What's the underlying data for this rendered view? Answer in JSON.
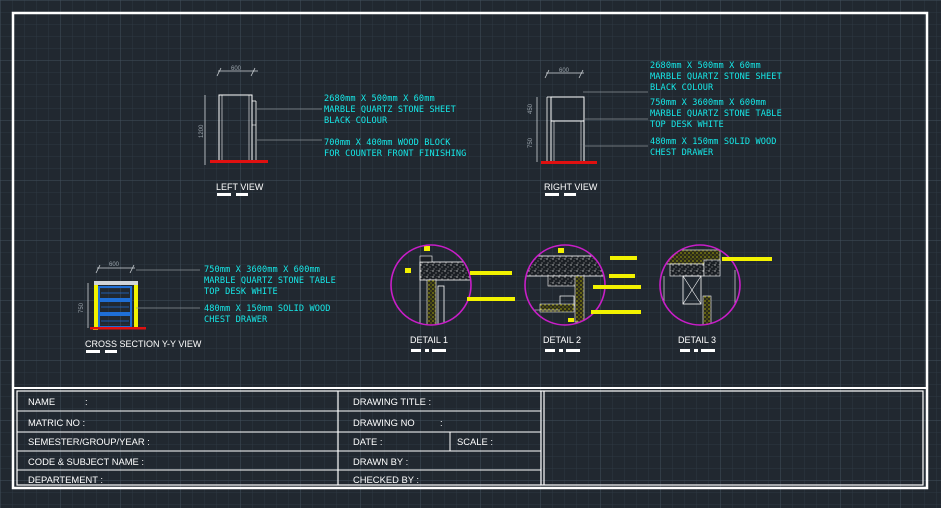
{
  "left_view": {
    "title": "LEFT VIEW",
    "dim_width": "600",
    "dim_height": "1200",
    "note1": [
      "2680mm X 500mm X 60mm",
      "MARBLE QUARTZ STONE SHEET",
      "BLACK COLOUR"
    ],
    "note2": [
      "700mm X 400mm WOOD BLOCK",
      "FOR COUNTER FRONT FINISHING"
    ]
  },
  "right_view": {
    "title": "RIGHT VIEW",
    "dim_width": "600",
    "dim_upper": "450",
    "dim_lower": "750",
    "note1": [
      "2680mm X 500mm X 60mm",
      "MARBLE QUARTZ STONE SHEET",
      "BLACK COLOUR"
    ],
    "note2": [
      "750mm X 3600mm X 600mm",
      "MARBLE QUARTZ STONE TABLE",
      "TOP DESK WHITE"
    ],
    "note3": [
      "480mm X 150mm SOLID WOOD",
      "CHEST DRAWER"
    ]
  },
  "cross_section": {
    "title": "CROSS SECTION Y-Y VIEW",
    "dim_width": "600",
    "dim_height": "750",
    "note1": [
      "750mm X 3600mm X 600mm",
      "MARBLE QUARTZ STONE TABLE",
      "TOP DESK WHITE"
    ],
    "note2": [
      "480mm X 150mm SOLID WOOD",
      "CHEST DRAWER"
    ]
  },
  "details": [
    {
      "title": "DETAIL 1"
    },
    {
      "title": "DETAIL 2"
    },
    {
      "title": "DETAIL 3"
    }
  ],
  "title_block": {
    "name": "NAME",
    "name_colon": ":",
    "matric": "MATRIC NO :",
    "semester": "SEMESTER/GROUP/YEAR :",
    "code_subject": "CODE & SUBJECT NAME :",
    "department": "DEPARTEMENT :",
    "drawing_title": "DRAWING TITLE :",
    "drawing_no": "DRAWING NO",
    "drawing_no_colon": ":",
    "date": "DATE :",
    "scale": "SCALE :",
    "drawn_by": "DRAWN BY :",
    "checked_by": "CHECKED BY :"
  },
  "colors": {
    "background": "#212830",
    "frame": "#ffffff",
    "annotation": "#16e8e8",
    "highlight": "#f2f200",
    "detail_circle": "#c81ec8",
    "ground": "#e01010",
    "drawer": "#1f6fd6"
  }
}
